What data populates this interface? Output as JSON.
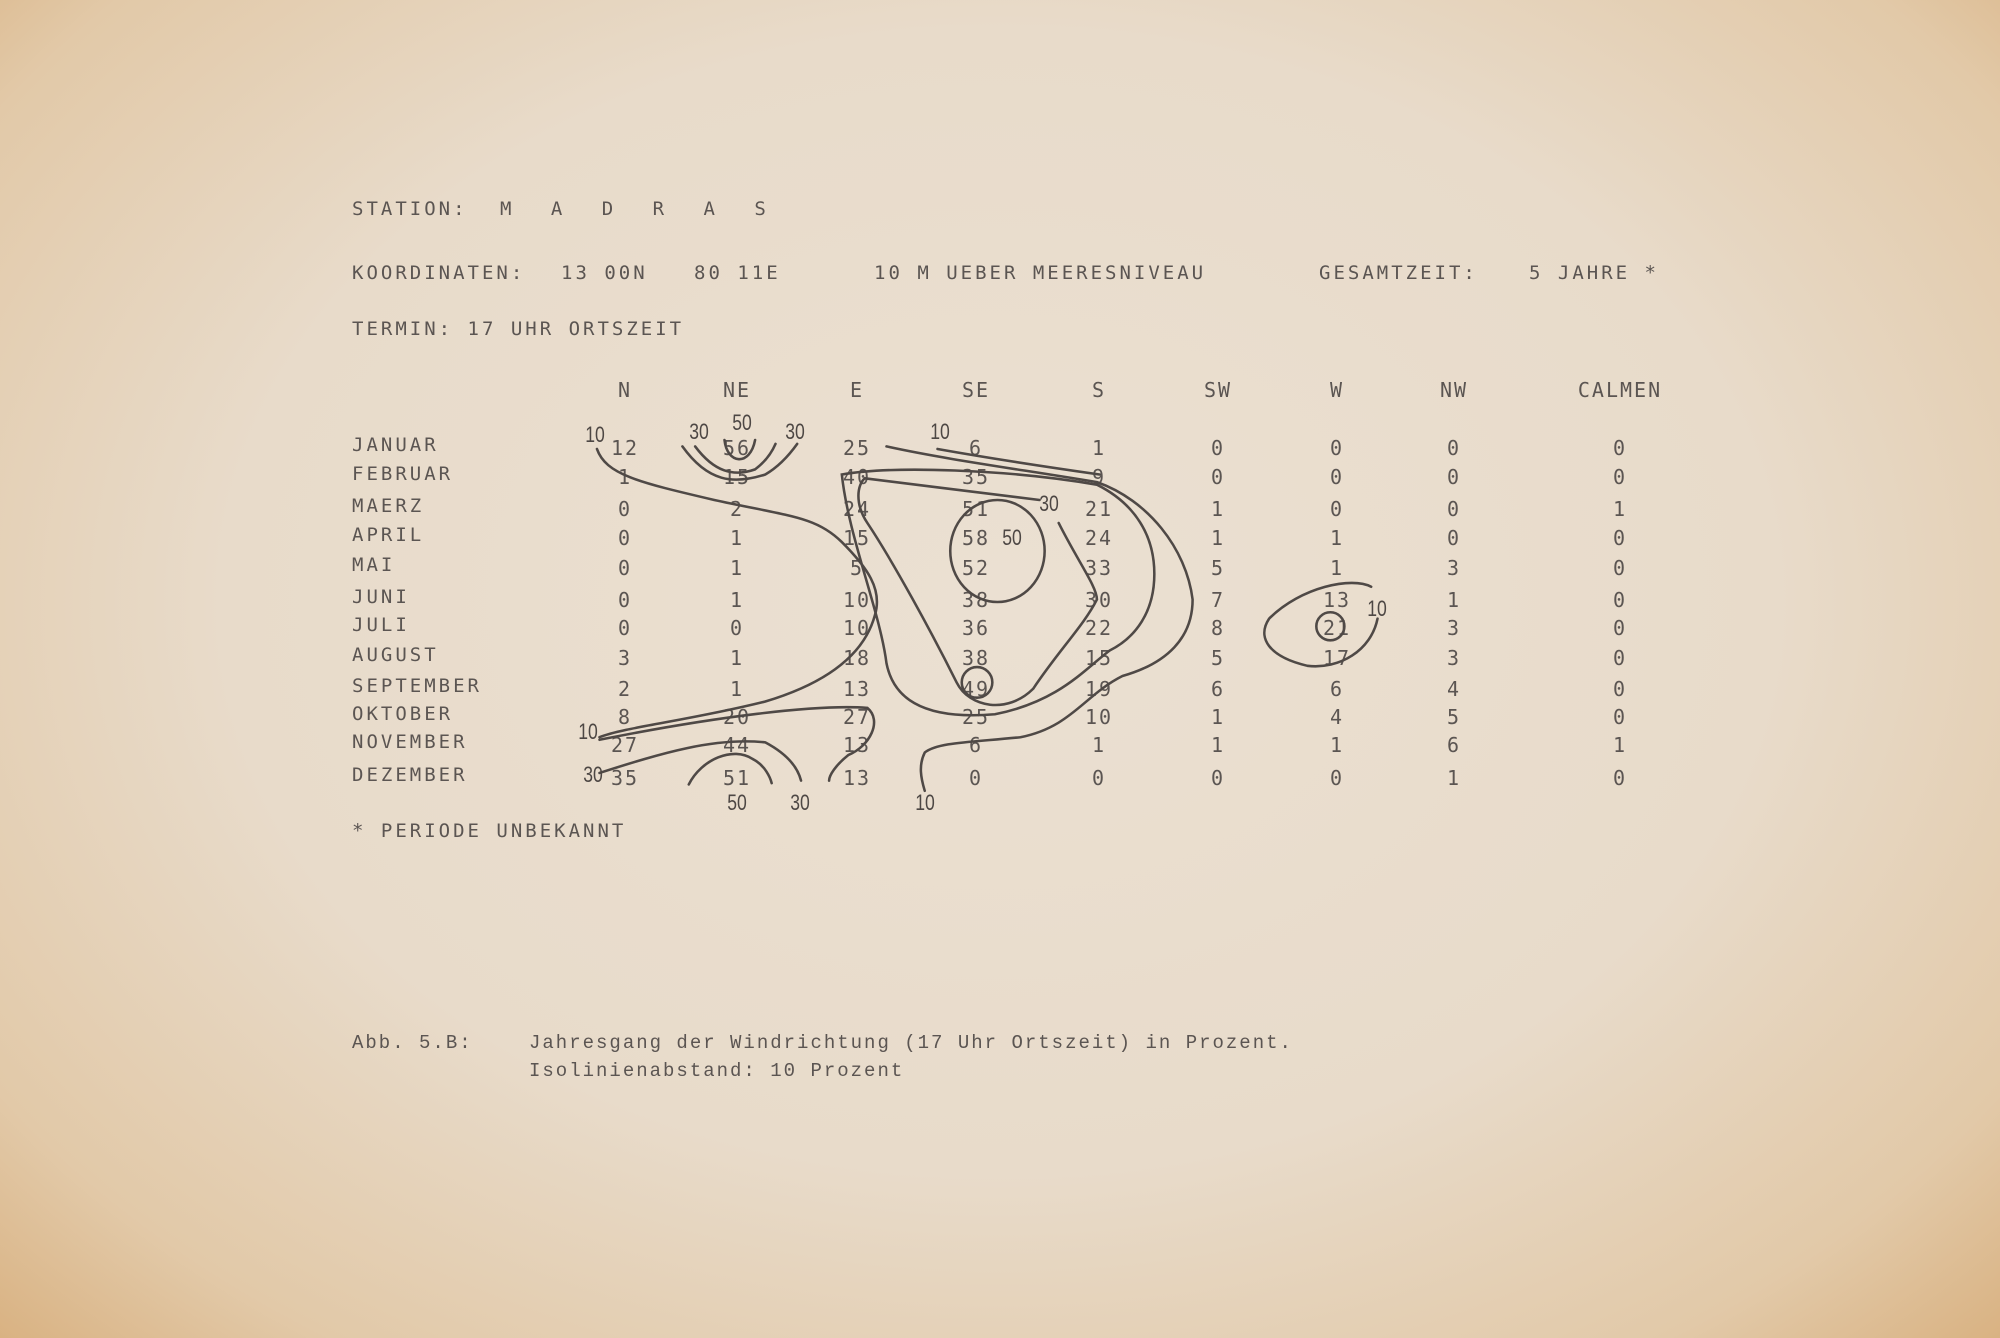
{
  "header": {
    "station_label": "STATION:",
    "station_name": "M A D R A S",
    "coord_label": "KOORDINATEN:",
    "latitude": "13 00N",
    "longitude": "80 11E",
    "altitude": "10 M UEBER MEERESNIVEAU",
    "total_label": "GESAMTZEIT:",
    "total_value": "5 JAHRE *",
    "termin": "TERMIN: 17 UHR ORTSZEIT"
  },
  "footnote": "* PERIODE UNBEKANNT",
  "caption": {
    "label": "Abb. 5.B:",
    "line1": "Jahresgang der Windrichtung (17 Uhr Ortszeit) in Prozent.",
    "line2": "Isolinienabstand: 10 Prozent"
  },
  "isoline_labels": [
    "10",
    "30",
    "50",
    "30",
    "10",
    "30",
    "50",
    "10",
    "10",
    "30",
    "50",
    "30",
    "10"
  ],
  "chart_data": {
    "type": "table",
    "title": "Jahresgang der Windrichtung (17 Uhr Ortszeit) in Prozent",
    "isoline_interval": 10,
    "columns": [
      "N",
      "NE",
      "E",
      "SE",
      "S",
      "SW",
      "W",
      "NW",
      "CALMEN"
    ],
    "rows": [
      {
        "month": "JANUAR",
        "values": [
          "12",
          "56",
          "25",
          "6",
          "1",
          "0",
          "0",
          "0",
          "0"
        ]
      },
      {
        "month": "FEBRUAR",
        "values": [
          "1",
          "15",
          "40",
          "35",
          "9",
          "0",
          "0",
          "0",
          "0"
        ]
      },
      {
        "month": "MAERZ",
        "values": [
          "0",
          "2",
          "24",
          "51",
          "21",
          "1",
          "0",
          "0",
          "1"
        ]
      },
      {
        "month": "APRIL",
        "values": [
          "0",
          "1",
          "15",
          "58",
          "24",
          "1",
          "1",
          "0",
          "0"
        ]
      },
      {
        "month": "MAI",
        "values": [
          "0",
          "1",
          "5",
          "52",
          "33",
          "5",
          "1",
          "3",
          "0"
        ]
      },
      {
        "month": "JUNI",
        "values": [
          "0",
          "1",
          "10",
          "38",
          "30",
          "7",
          "13",
          "1",
          "0"
        ]
      },
      {
        "month": "JULI",
        "values": [
          "0",
          "0",
          "10",
          "36",
          "22",
          "8",
          "21",
          "3",
          "0"
        ]
      },
      {
        "month": "AUGUST",
        "values": [
          "3",
          "1",
          "18",
          "38",
          "15",
          "5",
          "17",
          "3",
          "0"
        ]
      },
      {
        "month": "SEPTEMBER",
        "values": [
          "2",
          "1",
          "13",
          "49",
          "19",
          "6",
          "6",
          "4",
          "0"
        ]
      },
      {
        "month": "OKTOBER",
        "values": [
          "8",
          "20",
          "27",
          "25",
          "10",
          "1",
          "4",
          "5",
          "0"
        ]
      },
      {
        "month": "NOVEMBER",
        "values": [
          "27",
          "44",
          "13",
          "6",
          "1",
          "1",
          "1",
          "6",
          "1"
        ]
      },
      {
        "month": "DEZEMBER",
        "values": [
          "35",
          "51",
          "13",
          "0",
          "0",
          "0",
          "0",
          "1",
          "0"
        ]
      }
    ]
  }
}
